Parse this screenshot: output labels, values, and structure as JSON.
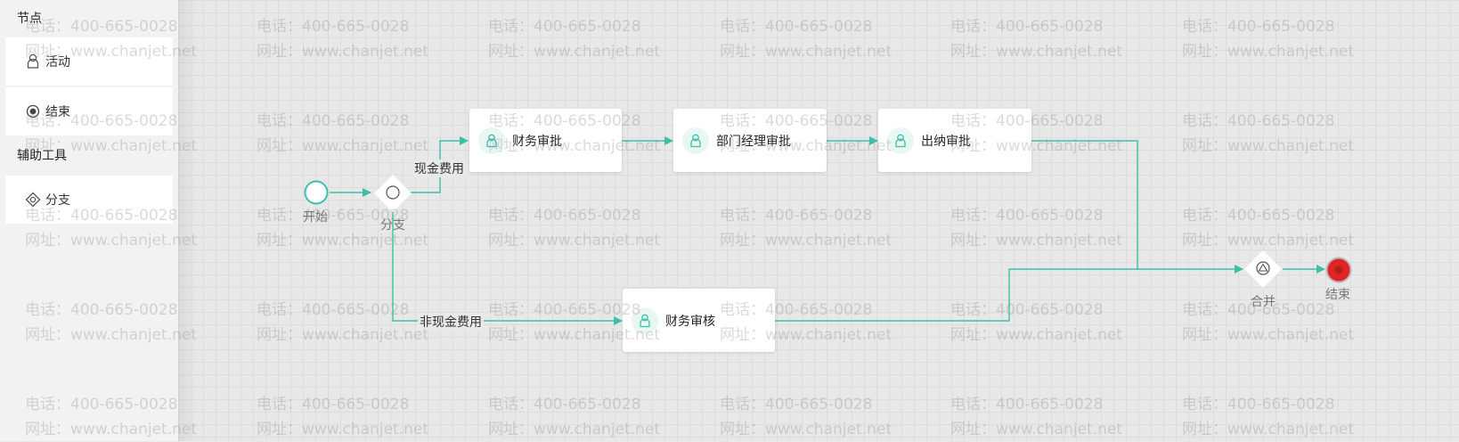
{
  "sidebar": {
    "section_nodes": "节点",
    "items": [
      {
        "label": "活动",
        "icon": "person-icon"
      },
      {
        "label": "结束",
        "icon": "end-icon"
      }
    ],
    "section_tools": "辅助工具",
    "tools": [
      {
        "label": "分支",
        "icon": "diamond-icon"
      }
    ]
  },
  "watermark": {
    "line1": "电话：400-665-0028",
    "line2": "网址：www.chanjet.net"
  },
  "flow": {
    "start_label": "开始",
    "branch_label": "分支",
    "merge_label": "合并",
    "end_label": "结束",
    "edge_cash": "现金费用",
    "edge_noncash": "非现金费用",
    "task1": "财务审批",
    "task2": "部门经理审批",
    "task3": "出纳审批",
    "task4": "财务审核"
  },
  "colors": {
    "accent": "#3dbfa8",
    "end_red": "#e02424"
  }
}
